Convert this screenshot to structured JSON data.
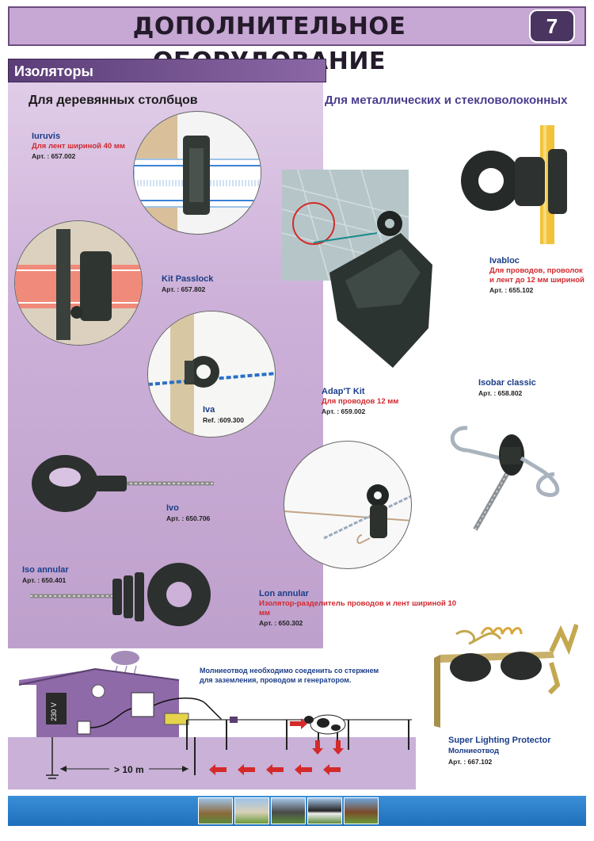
{
  "header": {
    "title": "ДОПОЛНИТЕЛЬНОЕ ОБОРУДОВАНИЕ",
    "page_number": "7"
  },
  "section": {
    "title": "Изоляторы",
    "subtitle_wood": "Для деревянных столбцов",
    "subtitle_metal": "Для металлических и стекловолоконных"
  },
  "products": {
    "iuruvis": {
      "name": "Iuruvis",
      "desc": "Для лент шириной 40 мм",
      "art": "Арт. : 657.002"
    },
    "kit_passlock": {
      "name": "Kit Passlock",
      "art": "Арт. : 657.802"
    },
    "iva": {
      "name": "Iva",
      "art": "Ref. :609.300"
    },
    "ivo": {
      "name": "Ivo",
      "art": "Арт. : 650.706"
    },
    "iso_annular": {
      "name": "Iso annular",
      "art": "Арт. : 650.401"
    },
    "ivabloc": {
      "name": "Ivabloc",
      "desc": "Для проводов, проволок и лент до 12 мм шириной",
      "art": "Арт. : 655.102"
    },
    "adapt_kit": {
      "name": "Adap'T Kit",
      "desc": "Для проводов 12 мм",
      "art": "Арт. : 659.002"
    },
    "isobar_classic": {
      "name": "Isobar classic",
      "art": "Арт. : 658.802"
    },
    "lon_annular": {
      "name": "Lon annular",
      "desc": "Изолятор-разделитель проводов и лент шириной 10 мм",
      "art": "Арт. : 650.302"
    },
    "super_lighting": {
      "name": "Super Lighting Protector",
      "desc": "Молниеотвод",
      "art": "Арт. : 667.102"
    }
  },
  "diagram": {
    "note": "Молниеотвод необходимо соеденить со стержнем для заземления, проводом и генератором.",
    "distance": "> 10 m",
    "voltage": "230 V"
  },
  "colors": {
    "accent_purple": "#5b3d78",
    "panel_purple": "#cdb1d9",
    "name_blue": "#1b3d88",
    "desc_red": "#d2282e",
    "footer_blue": "#1f6fba"
  }
}
